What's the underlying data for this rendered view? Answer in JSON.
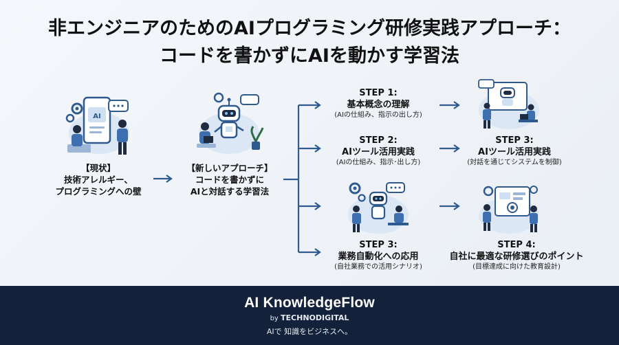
{
  "title": {
    "line1": "非エンジニアのためのAIプログラミング研修実践アプローチ：",
    "line2": "コードを書かずにAIを動かす学習法"
  },
  "current": {
    "label1": "【現状】",
    "label2": "技術アレルギー、",
    "label3": "プログラミングへの壁"
  },
  "approach": {
    "label1": "【新しいアプローチ】",
    "label2": "コードを書かずに",
    "label3": "AIと対話する学習法"
  },
  "steps": {
    "s1": {
      "head1": "STEP 1:",
      "head2": "基本概念の理解",
      "sub": "(AIの仕組み、指示の出し方)"
    },
    "s2": {
      "head1": "STEP 2:",
      "head2": "AIツール活用実践",
      "sub": "(AIの仕組み、指示･出し方)"
    },
    "s3a": {
      "head1": "STEP 3:",
      "head2": "AIツール活用実践",
      "sub": "(対話を通じてシステムを制御)"
    },
    "s3b": {
      "head1": "STEP 3:",
      "head2": "業務自動化への応用",
      "sub": "(自社業務での活用シナリオ)"
    },
    "s4": {
      "head1": "STEP 4:",
      "head2": "自社に最適な研修選びのポイント",
      "sub": "(目標達成に向けた教育設計)"
    }
  },
  "screen_text": "AI",
  "footer": {
    "brand": "AI KnowledgeFlow",
    "by": "by",
    "company": "TECHNODIGITAL",
    "tagline": "AIで 知識をビジネスへ。"
  },
  "colors": {
    "accent": "#2f5a8f",
    "footer_bg": "#14213a",
    "light_blue": "#cfe0f2"
  }
}
